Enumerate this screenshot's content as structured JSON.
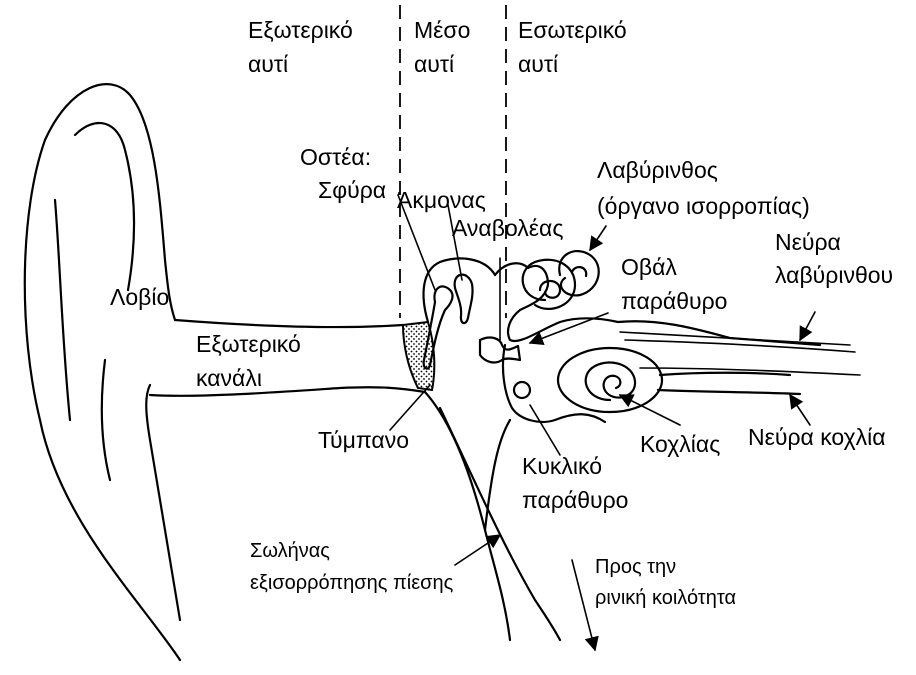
{
  "regions": {
    "outer_ear": [
      "Εξωτερικό",
      "αυτί"
    ],
    "middle_ear": [
      "Μέσο",
      "αυτί"
    ],
    "inner_ear": [
      "Εσωτερικό",
      "αυτί"
    ]
  },
  "labels": {
    "ossicles": "Οστέα:",
    "hammer": "Σφύρα",
    "anvil": "Άκμονας",
    "stirrup": "Αναβολέας",
    "labyrinth": [
      "Λαβύρινθος",
      "(όργανο ισορροπίας)"
    ],
    "vestibular_nerve": [
      "Νεύρα",
      "λαβύρινθου"
    ],
    "oval_window": [
      "Οβάλ",
      "παράθυρο"
    ],
    "earlobe": "Λοβίο",
    "ear_canal": [
      "Εξωτερικό",
      "κανάλι"
    ],
    "eardrum": "Τύμπανο",
    "round_window": [
      "Κυκλικό",
      "παράθυρο"
    ],
    "cochlea": "Κοχλίας",
    "cochlear_nerve": "Νεύρα κοχλία",
    "eustachian_tube": [
      "Σωλήνας",
      "εξισορρόπησης πίεσης"
    ],
    "to_nasal_cavity": [
      "Προς την",
      "ρινική κοιλότητα"
    ]
  },
  "colors": {
    "ink": "#000000",
    "background": "#ffffff"
  }
}
